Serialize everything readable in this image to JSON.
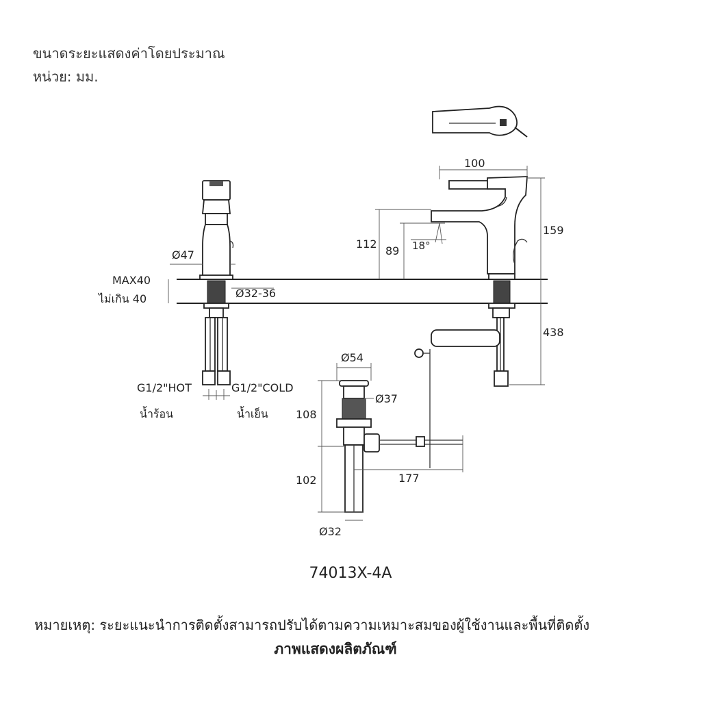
{
  "header": {
    "line1": "ขนาดระยะแสดงค่าโดยประมาณ",
    "line2": "หน่วย: มม."
  },
  "dimensions": {
    "dia47": "Ø47",
    "max40": "MAX40",
    "max40_th": "ไม่เกิน 40",
    "dia32_36": "Ø32-36",
    "hot": "G1/2\"HOT",
    "hot_th": "น้ำร้อน",
    "cold": "G1/2\"COLD",
    "cold_th": "น้ำเย็น",
    "width100": "100",
    "h112": "112",
    "h89": "89",
    "angle18": "18°",
    "h159": "159",
    "h438": "438",
    "dia54": "Ø54",
    "dia37": "Ø37",
    "h108": "108",
    "h102": "102",
    "w177": "177",
    "dia32": "Ø32"
  },
  "model": "74013X-4A",
  "footer": {
    "note": "หมายเหตุ: ระยะแนะนำการติดตั้งสามารถปรับได้ตามความเหมาะสมของผู้ใช้งานและพื้นที่ติดตั้ง",
    "caption": "ภาพแสดงผลิตภัณฑ์"
  }
}
